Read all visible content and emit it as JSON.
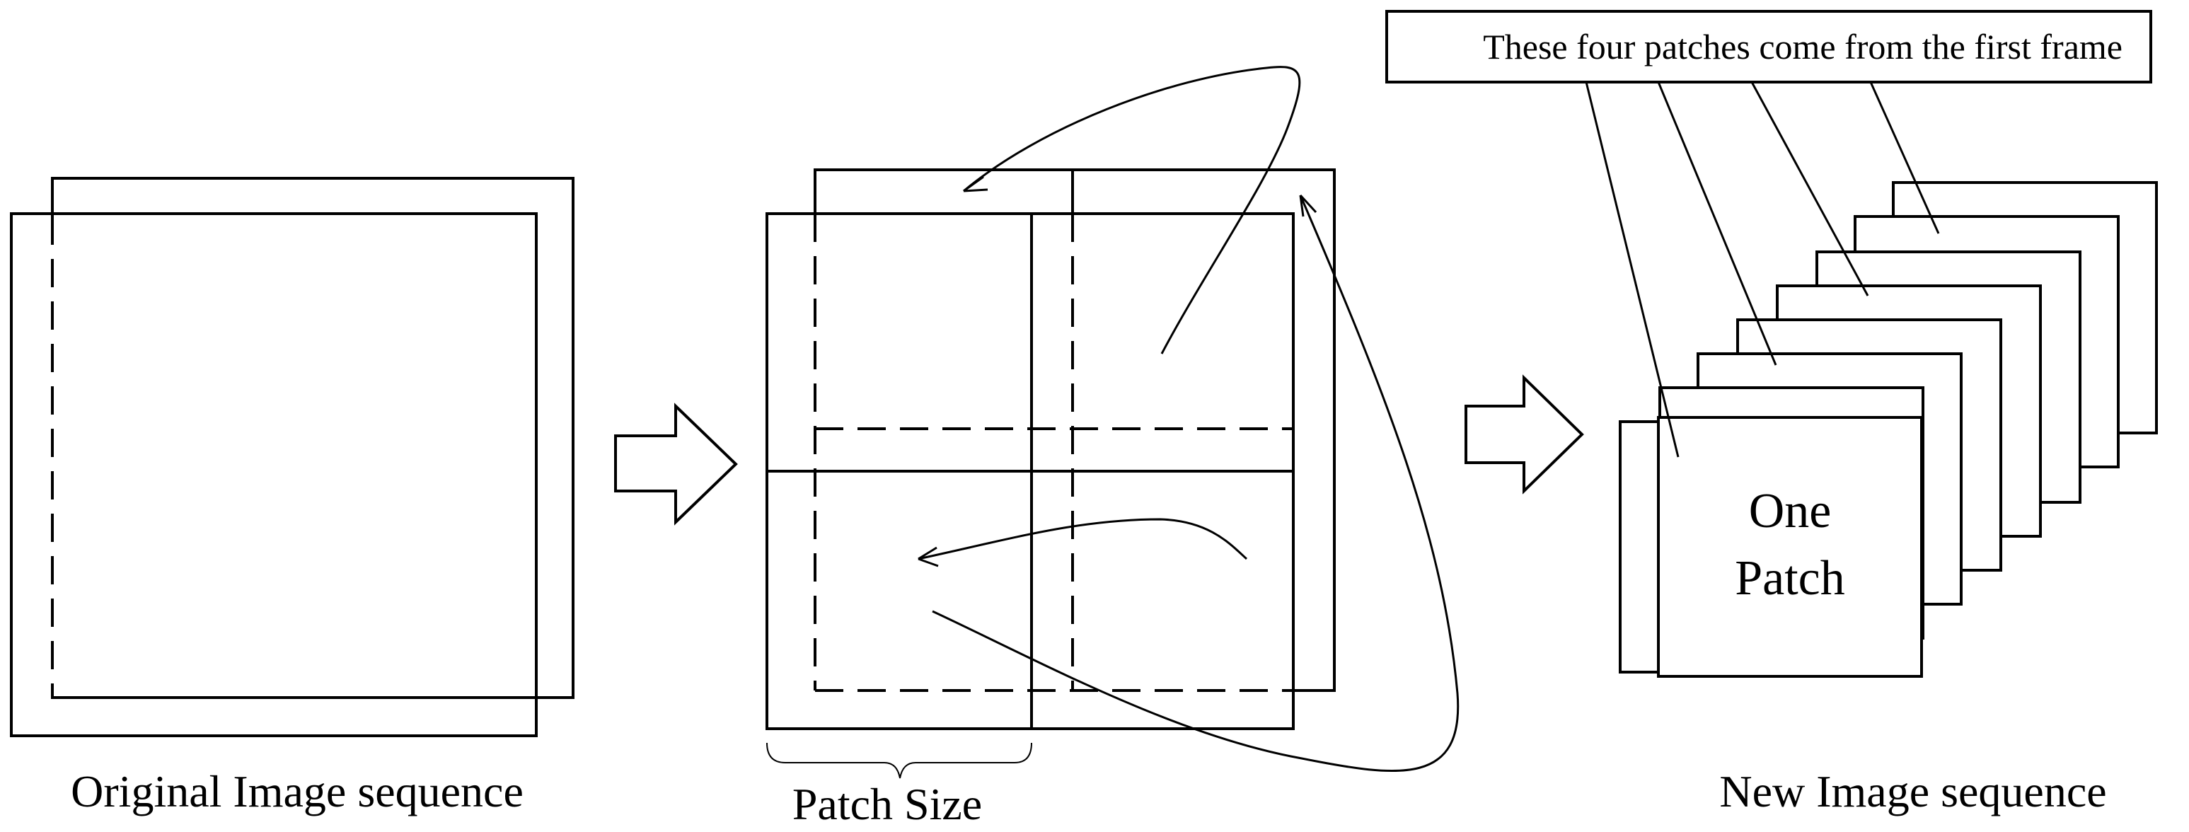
{
  "labels": {
    "original": "Original Image sequence",
    "patch_size": "Patch Size",
    "new_sequence": "New Image sequence",
    "callout": "These four patches come from the first frame",
    "patch_line1": "One",
    "patch_line2": "Patch"
  },
  "colors": {
    "stroke": "#000000",
    "background": "#ffffff"
  }
}
